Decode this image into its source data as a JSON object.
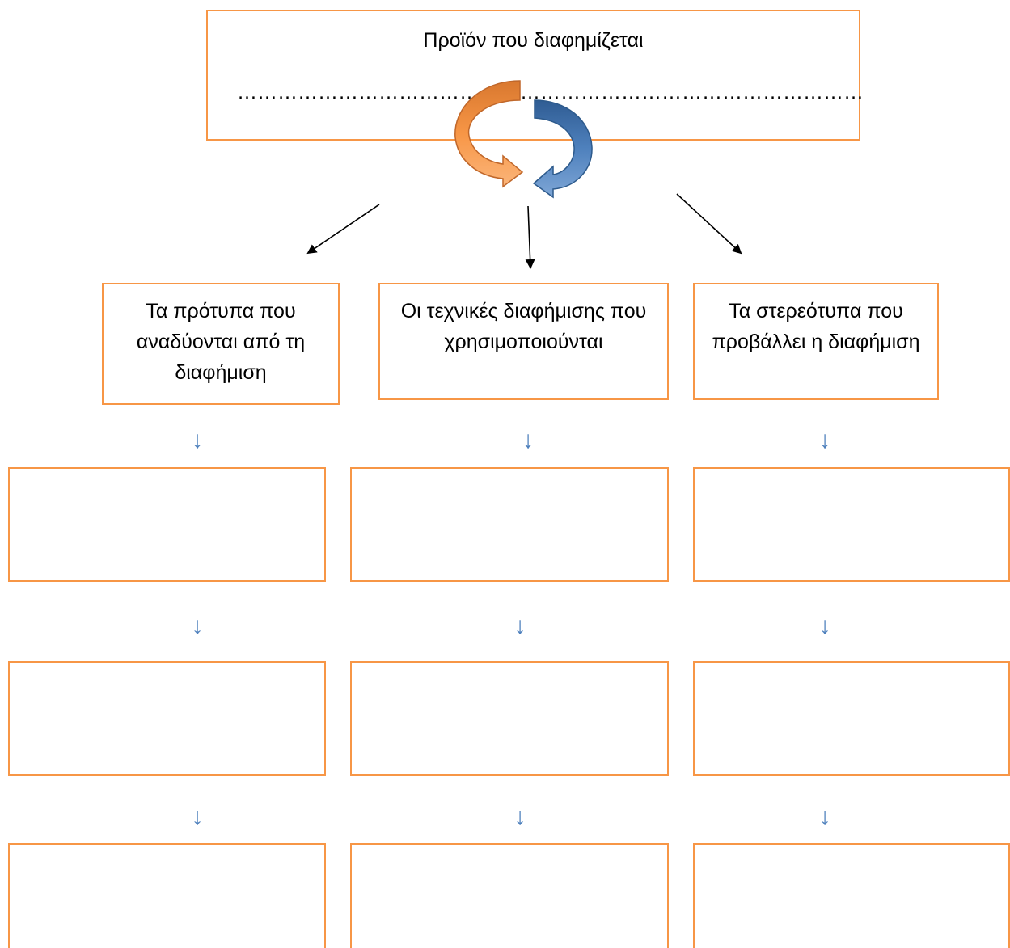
{
  "product": {
    "label": "Προϊόν που διαφημίζεται",
    "placeholder_dots": "…………………………………………………………………………………"
  },
  "categories": [
    {
      "label": "Τα πρότυπα που αναδύονται από τη διαφήμιση"
    },
    {
      "label": "Οι τεχνικές διαφήμισης που χρησιμοποιούνται"
    },
    {
      "label": "Τα στερεότυπα που προβάλλει η διαφήμιση"
    }
  ],
  "flow_arrow_glyph": "↓",
  "colors": {
    "box_border": "#F79646",
    "cycle_orange": "#F79646",
    "cycle_blue": "#4F81BD",
    "connector": "#000000",
    "down_arrow": "#4F81BD"
  },
  "icons": {
    "cycle": "circular-arrows-icon",
    "connector": "arrow-icon",
    "flow": "down-arrow-icon"
  }
}
